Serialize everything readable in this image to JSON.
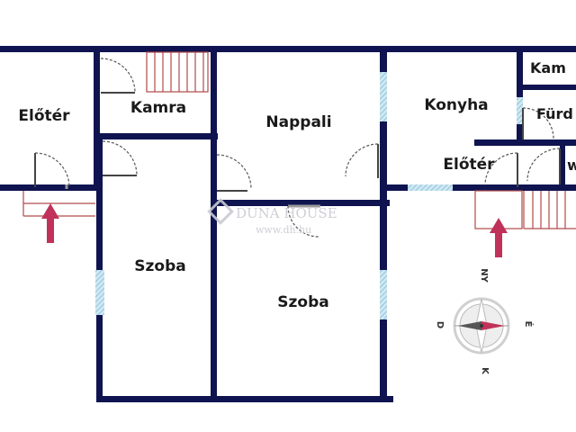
{
  "rooms": {
    "eloter_left": "Előtér",
    "kamra": "Kamra",
    "nappali": "Nappali",
    "konyha": "Konyha",
    "kamra_right": "Kam",
    "furdo": "Fürd",
    "eloter_right": "Előtér",
    "wc": "w",
    "szoba_left": "Szoba",
    "szoba_right": "Szoba"
  },
  "watermark": {
    "brand": "DUNA HOUSE",
    "url": "www.dh.hu"
  },
  "compass": {
    "north": "NY",
    "east": "É",
    "south": "K",
    "west": "D"
  },
  "colors": {
    "wall": "#0f1450",
    "window": "#a9d4e6",
    "door": "#555555",
    "stairs": "#b04a4a",
    "entrance_arrow": "#c0325a"
  }
}
